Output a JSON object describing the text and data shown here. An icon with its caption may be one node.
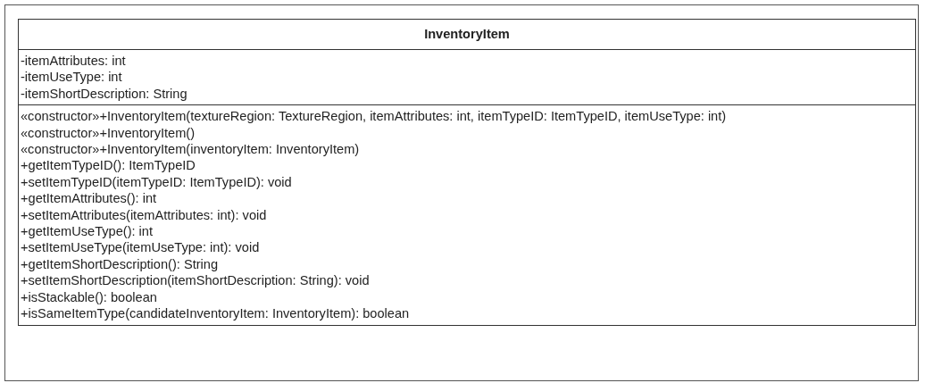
{
  "diagram": {
    "nodes": [
      {
        "text": [
          "InventoryItem"
        ]
      },
      {
        "text": [
          "-itemAttributes: int",
          "-itemUseType: int",
          "-itemShortDescription: String"
        ],
        "in": 0
      },
      {
        "text": [
          "«constructor»+InventoryItem(textureRegion: TextureRegion, itemAttributes: int, itemTypeID: ItemTypeID, itemUseType: int)",
          "«constructor»+InventoryItem()",
          "«constructor»+InventoryItem(inventoryItem: InventoryItem)",
          "+getItemTypeID(): ItemTypeID",
          "+setItemTypeID(itemTypeID: ItemTypeID): void",
          "+getItemAttributes(): int",
          "+setItemAttributes(itemAttributes: int): void",
          "+getItemUseType(): int",
          "+setItemUseType(itemUseType: int): void",
          "+getItemShortDescription(): String",
          "+setItemShortDescription(itemShortDescription: String): void",
          "+isStackable(): boolean",
          "+isSameItemType(candidateInventoryItem: InventoryItem): boolean"
        ],
        "in": 0
      }
    ],
    "edges": []
  }
}
